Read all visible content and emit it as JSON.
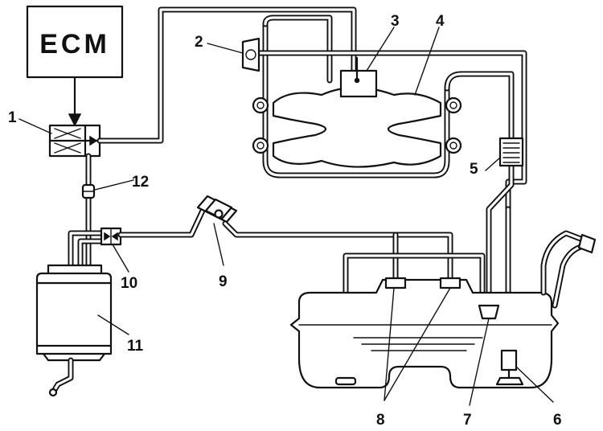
{
  "ecm": {
    "label": "ECM"
  },
  "callouts": [
    {
      "id": "1",
      "label": "1"
    },
    {
      "id": "2",
      "label": "2"
    },
    {
      "id": "3",
      "label": "3"
    },
    {
      "id": "4",
      "label": "4"
    },
    {
      "id": "5",
      "label": "5"
    },
    {
      "id": "6",
      "label": "6"
    },
    {
      "id": "7",
      "label": "7"
    },
    {
      "id": "8",
      "label": "8"
    },
    {
      "id": "9",
      "label": "9"
    },
    {
      "id": "10",
      "label": "10"
    },
    {
      "id": "11",
      "label": "11"
    },
    {
      "id": "12",
      "label": "12"
    }
  ]
}
